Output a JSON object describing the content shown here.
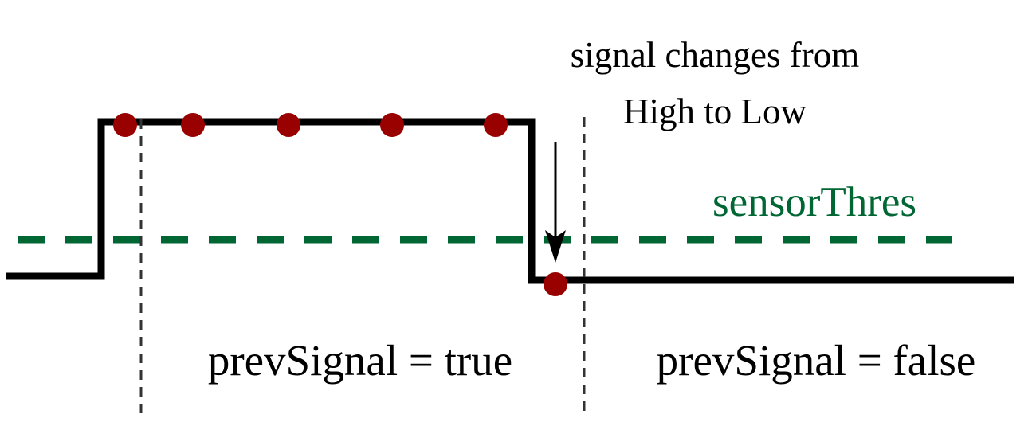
{
  "annotation": {
    "line1": "signal changes from",
    "line2": "High to Low"
  },
  "threshold_label": "sensorThres",
  "region_true_label": "prevSignal = true",
  "region_false_label": "prevSignal = false",
  "colors": {
    "signal": "#000000",
    "threshold": "#006633",
    "sample_point": "#990000",
    "divider": "#333333",
    "arrow": "#000000"
  },
  "sample_points": {
    "high_count": 5,
    "low_count": 1
  }
}
